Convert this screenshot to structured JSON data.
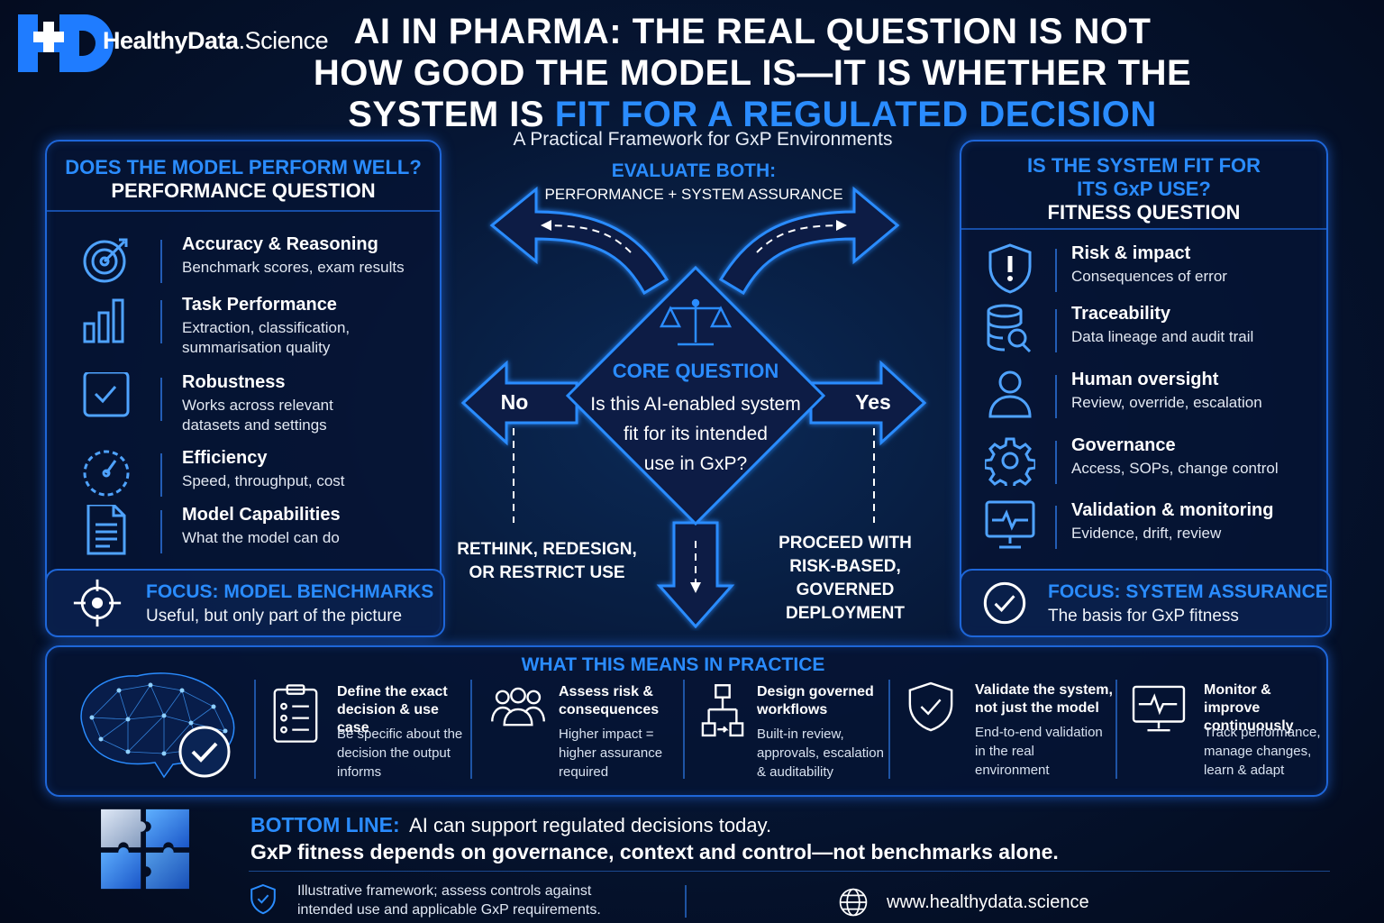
{
  "brand": {
    "name_bold": "HealthyData",
    "name_light": ".Science"
  },
  "title": {
    "line1": "AI IN PHARMA: THE REAL QUESTION IS NOT",
    "line2": "HOW GOOD THE MODEL IS—IT IS WHETHER THE",
    "line3_white": "SYSTEM IS ",
    "line3_blue": "FIT FOR A REGULATED DECISION"
  },
  "subtitle": "A Practical Framework for GxP Environments",
  "left": {
    "heading_blue": "DOES THE MODEL PERFORM WELL?",
    "heading_white": "PERFORMANCE QUESTION",
    "items": [
      {
        "title": "Accuracy & Reasoning",
        "desc": [
          "Benchmark scores, exam results"
        ]
      },
      {
        "title": "Task Performance",
        "desc": [
          "Extraction, classification,",
          "summarisation quality"
        ]
      },
      {
        "title": "Robustness",
        "desc": [
          "Works across relevant",
          "datasets and settings"
        ]
      },
      {
        "title": "Efficiency",
        "desc": [
          "Speed, throughput, cost"
        ]
      },
      {
        "title": "Model Capabilities",
        "desc": [
          "What the model can do"
        ]
      }
    ],
    "focus_title": "FOCUS: MODEL BENCHMARKS",
    "focus_desc": "Useful, but only part of the picture"
  },
  "center": {
    "evaluate": "EVALUATE BOTH:",
    "evaluate_sub": "PERFORMANCE + SYSTEM ASSURANCE",
    "core_title": "CORE QUESTION",
    "core_lines": [
      "Is this AI-enabled system",
      "fit for its intended",
      "use in GxP?"
    ],
    "no": "No",
    "yes": "Yes",
    "no_outcome": [
      "RETHINK, REDESIGN,",
      "OR RESTRICT USE"
    ],
    "yes_outcome": [
      "PROCEED WITH",
      "RISK-BASED,",
      "GOVERNED",
      "DEPLOYMENT"
    ]
  },
  "right": {
    "heading_blue1": "IS THE SYSTEM FIT FOR",
    "heading_blue2": "ITS GxP USE?",
    "heading_white": "FITNESS QUESTION",
    "items": [
      {
        "title": "Risk & impact",
        "desc": [
          "Consequences of error"
        ]
      },
      {
        "title": "Traceability",
        "desc": [
          "Data lineage and audit trail"
        ]
      },
      {
        "title": "Human oversight",
        "desc": [
          "Review, override, escalation"
        ]
      },
      {
        "title": "Governance",
        "desc": [
          "Access, SOPs, change control"
        ]
      },
      {
        "title": "Validation & monitoring",
        "desc": [
          "Evidence, drift, review"
        ]
      }
    ],
    "focus_title": "FOCUS: SYSTEM ASSURANCE",
    "focus_desc": "The basis for GxP fitness"
  },
  "practice": {
    "heading": "WHAT THIS MEANS IN PRACTICE",
    "steps": [
      {
        "title": [
          "Define the exact",
          "decision & use case"
        ],
        "desc": [
          "Be specific about the",
          "decision the output",
          "informs"
        ]
      },
      {
        "title": [
          "Assess risk &",
          "consequences"
        ],
        "desc": [
          "Higher impact =",
          "higher assurance",
          "required"
        ]
      },
      {
        "title": [
          "Design governed",
          "workflows"
        ],
        "desc": [
          "Built-in review,",
          "approvals, escalation",
          "& auditability"
        ]
      },
      {
        "title": [
          "Validate the system,",
          "not just the model"
        ],
        "desc": [
          "End-to-end validation",
          "in the real",
          "environment"
        ]
      },
      {
        "title": [
          "Monitor & improve",
          "continuously"
        ],
        "desc": [
          "Track performance,",
          "manage changes,",
          "learn & adapt"
        ]
      }
    ]
  },
  "bottom": {
    "label": "BOTTOM LINE:",
    "line1": "AI can support regulated decisions today.",
    "line2": "GxP fitness depends on governance, context and control—not benchmarks alone."
  },
  "footer": {
    "disclaimer": [
      "Illustrative framework; assess controls against",
      "intended use and applicable GxP requirements."
    ],
    "url": "www.healthydata.science"
  },
  "colors": {
    "accent": "#2a8cff",
    "border": "#1e66d8",
    "background": "#061634"
  }
}
